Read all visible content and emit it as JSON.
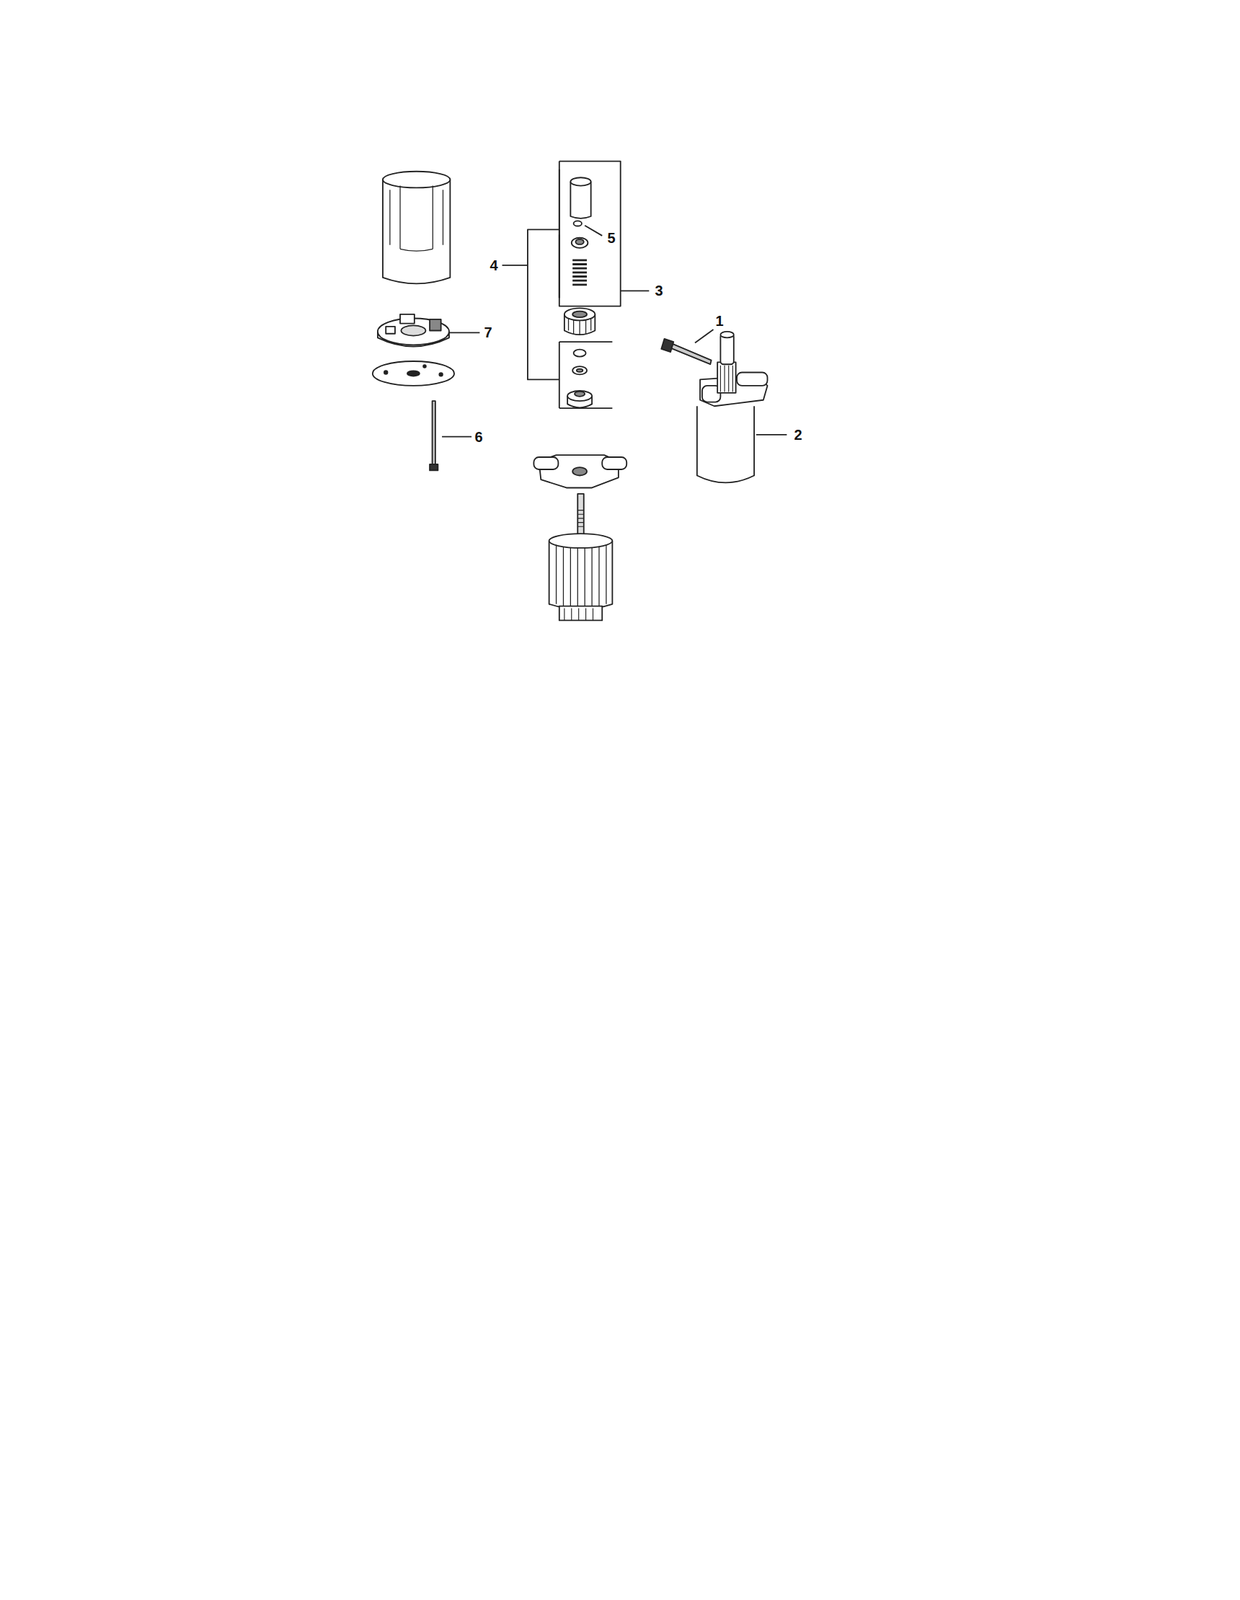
{
  "diagram": {
    "labels": [
      "5",
      "4",
      "3",
      "1",
      "7",
      "2",
      "6"
    ]
  }
}
